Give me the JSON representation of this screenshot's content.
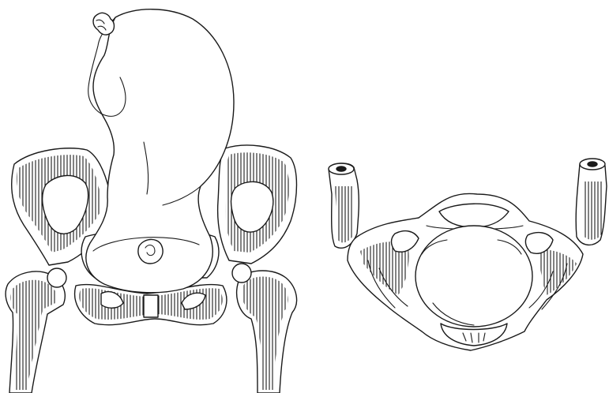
{
  "figure": {
    "panels": [
      {
        "id": "left",
        "subject": "fetus-in-pelvis-anterior-view"
      },
      {
        "id": "right",
        "subject": "fetal-head-in-pelvic-inlet-superior-view"
      }
    ],
    "colors": {
      "line": "#1a1a1a",
      "background": "#ffffff"
    }
  }
}
